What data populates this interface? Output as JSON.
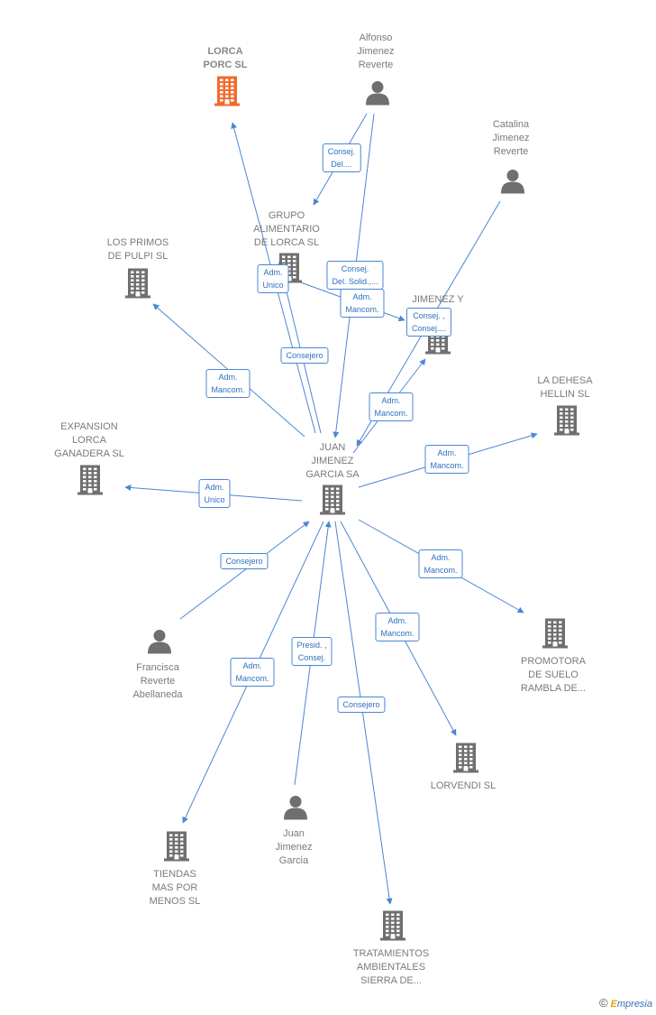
{
  "colors": {
    "edge": "#4a86d4",
    "node": "#6f6f6f",
    "highlight": "#f26a2e",
    "label": "#7a7a7a"
  },
  "nodes": [
    {
      "id": "juan_jimenez_garcia_sa",
      "type": "company",
      "name": "JUAN\nJIMENEZ\nGARCIA SA"
    },
    {
      "id": "lorca_porc",
      "type": "company",
      "name": "LORCA\nPORC SL",
      "highlight": true
    },
    {
      "id": "alfonso",
      "type": "person",
      "name": "Alfonso\nJimenez\nReverte"
    },
    {
      "id": "catalina",
      "type": "person",
      "name": "Catalina\nJimenez\nReverte"
    },
    {
      "id": "grupo_alimentario",
      "type": "company",
      "name": "GRUPO\nALIMENTARIO\nDE LORCA SL"
    },
    {
      "id": "los_primos",
      "type": "company",
      "name": "LOS PRIMOS\nDE PULPI SL"
    },
    {
      "id": "jimenez_y",
      "type": "company",
      "name": "JIMENEZ Y\nSL"
    },
    {
      "id": "la_dehesa",
      "type": "company",
      "name": "LA DEHESA\nHELLIN SL"
    },
    {
      "id": "expansion",
      "type": "company",
      "name": "EXPANSION\nLORCA\nGANADERA SL"
    },
    {
      "id": "francisca",
      "type": "person",
      "name": "Francisca\nReverte\nAbellaneda"
    },
    {
      "id": "promotora",
      "type": "company",
      "name": "PROMOTORA\nDE SUELO\nRAMBLA DE..."
    },
    {
      "id": "lorvendi",
      "type": "company",
      "name": "LORVENDI SL"
    },
    {
      "id": "juan_jimenez_garcia",
      "type": "person",
      "name": "Juan\nJimenez\nGarcia"
    },
    {
      "id": "tiendas",
      "type": "company",
      "name": "TIENDAS\nMAS POR\nMENOS SL"
    },
    {
      "id": "tratamientos",
      "type": "company",
      "name": "TRATAMIENTOS\nAMBIENTALES\nSIERRA DE..."
    }
  ],
  "edges": [
    {
      "id": "e1",
      "from": "juan_jimenez_garcia_sa",
      "to": "lorca_porc",
      "label": "Consejero"
    },
    {
      "id": "e2",
      "from": "alfonso",
      "to": "grupo_alimentario",
      "label": "Consej.\nDel...."
    },
    {
      "id": "e3",
      "from": "alfonso",
      "to": "juan_jimenez_garcia_sa",
      "label": "Consej.\nDel. Solid.,..."
    },
    {
      "id": "e4",
      "from": "catalina",
      "to": "juan_jimenez_garcia_sa",
      "label": "Adm.\nMancom."
    },
    {
      "id": "e5",
      "from": "juan_jimenez_garcia_sa",
      "to": "grupo_alimentario",
      "label": "Adm.\nUnico"
    },
    {
      "id": "e6",
      "from": "juan_jimenez_garcia_sa",
      "to": "los_primos",
      "label": "Adm.\nMancom."
    },
    {
      "id": "e7",
      "from": "grupo_alimentario",
      "to": "jimenez_y",
      "label": "Adm.\nMancom."
    },
    {
      "id": "e8",
      "from": "juan_jimenez_garcia_sa",
      "to": "jimenez_y",
      "label": "Consej. ,\nConsej...."
    },
    {
      "id": "e9",
      "from": "juan_jimenez_garcia_sa",
      "to": "la_dehesa",
      "label": "Adm.\nMancom."
    },
    {
      "id": "e10",
      "from": "juan_jimenez_garcia_sa",
      "to": "expansion",
      "label": "Adm.\nUnico"
    },
    {
      "id": "e11",
      "from": "francisca",
      "to": "juan_jimenez_garcia_sa",
      "label": "Consejero"
    },
    {
      "id": "e12",
      "from": "juan_jimenez_garcia_sa",
      "to": "promotora",
      "label": "Adm.\nMancom."
    },
    {
      "id": "e13",
      "from": "juan_jimenez_garcia_sa",
      "to": "lorvendi",
      "label": "Adm.\nMancom."
    },
    {
      "id": "e14",
      "from": "juan_jimenez_garcia",
      "to": "juan_jimenez_garcia_sa",
      "label": "Presid. ,\nConsej."
    },
    {
      "id": "e15",
      "from": "juan_jimenez_garcia_sa",
      "to": "tiendas",
      "label": "Adm.\nMancom."
    },
    {
      "id": "e16",
      "from": "juan_jimenez_garcia_sa",
      "to": "tratamientos",
      "label": "Consejero"
    }
  ],
  "brand": {
    "copyright": "©",
    "name_initial": "E",
    "name_rest": "mpresia"
  }
}
